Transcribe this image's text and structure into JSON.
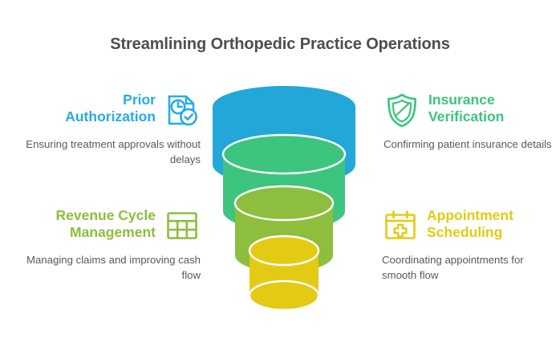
{
  "title": "Streamlining Orthopedic Practice Operations",
  "background_color": "#ffffff",
  "title_color": "#4d4d4f",
  "body_text_color": "#58595b",
  "blocks": [
    {
      "id": "prior-authorization",
      "heading_line1": "Prior",
      "heading_line2": "Authorization",
      "description": "Ensuring treatment approvals without delays",
      "color": "#29abe2",
      "icon": "document-clock-check-icon",
      "position": "top-left"
    },
    {
      "id": "insurance-verification",
      "heading_line1": "Insurance",
      "heading_line2": "Verification",
      "description": "Confirming patient insurance details",
      "color": "#3cc47f",
      "icon": "shield-icon",
      "position": "top-right"
    },
    {
      "id": "revenue-cycle-management",
      "heading_line1": "Revenue Cycle",
      "heading_line2": "Management",
      "description": "Managing claims and improving cash flow",
      "color": "#8dbe3d",
      "icon": "table-grid-icon",
      "position": "bottom-left"
    },
    {
      "id": "appointment-scheduling",
      "heading_line1": "Appointment",
      "heading_line2": "Scheduling",
      "description": "Coordinating appointments for smooth flow",
      "color": "#e3cb14",
      "icon": "calendar-medical-cross-icon",
      "position": "bottom-right"
    }
  ],
  "funnel": {
    "type": "funnel",
    "orientation": "vertical-descending",
    "stage_count": 4,
    "stages": [
      {
        "order": 1,
        "label": "Prior Authorization",
        "color": "#22a7d8"
      },
      {
        "order": 2,
        "label": "Insurance Verification",
        "color": "#3dc57f"
      },
      {
        "order": 3,
        "label": "Revenue Cycle Management",
        "color": "#8dbe3d"
      },
      {
        "order": 4,
        "label": "Appointment Scheduling",
        "color": "#e3cb14"
      }
    ]
  }
}
